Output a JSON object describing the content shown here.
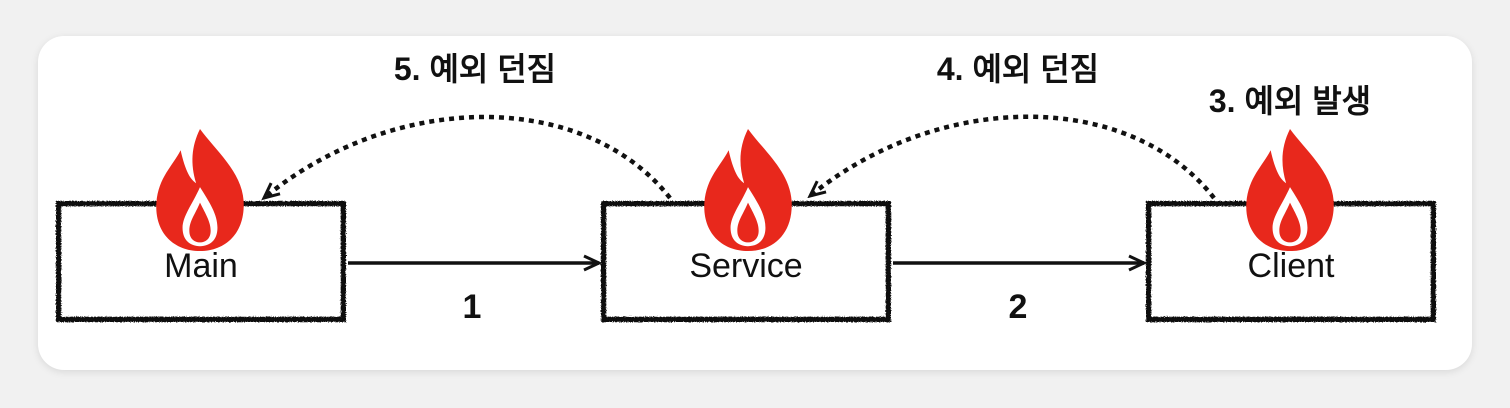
{
  "nodes": {
    "main": {
      "label": "Main"
    },
    "service": {
      "label": "Service"
    },
    "client": {
      "label": "Client"
    }
  },
  "calls": {
    "main_to_service": {
      "label": "1"
    },
    "service_to_client": {
      "label": "2"
    }
  },
  "exceptions": {
    "occur": {
      "label": "3. 예외 발생"
    },
    "service_throw": {
      "label": "4. 예외 던짐"
    },
    "main_throw": {
      "label": "5. 예외 던짐"
    }
  },
  "icons": {
    "flame": {
      "name": "flame-icon",
      "outer": "#e8281c",
      "inner": "#ffffff"
    }
  },
  "colors": {
    "line": "#111111"
  }
}
